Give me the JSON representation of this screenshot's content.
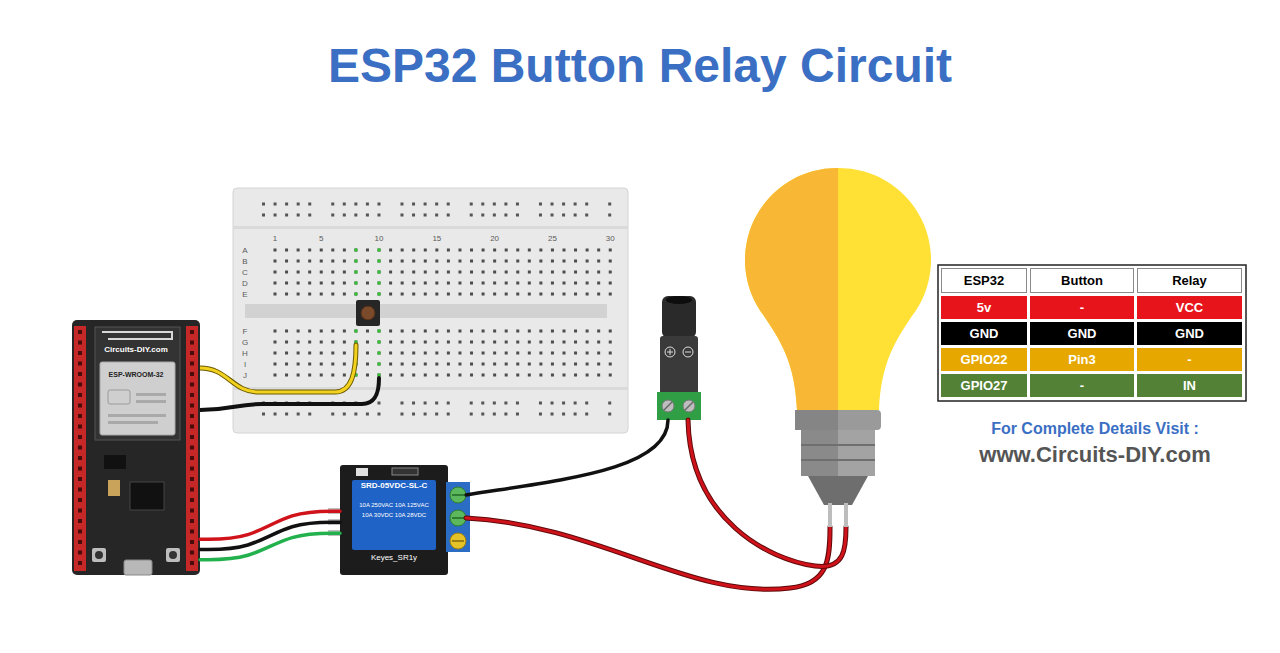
{
  "diagram": {
    "title": "ESP32 Button Relay Circuit",
    "nodes": [
      {
        "text": [
          "Circuits-DIY.com",
          "ESP-WROOM-32"
        ]
      },
      {
        "text": [
          "SRD-05VDC-SL-C",
          "10A 250VAC 10A 125VAC",
          "10A 30VDC 10A 28VDC",
          "Keyes_SR1y"
        ]
      }
    ],
    "edges": [
      {
        "from": 0,
        "to": 1,
        "arrow": "none"
      },
      {
        "from": 0,
        "to": 1,
        "arrow": "none"
      },
      {
        "from": 0,
        "to": 1,
        "arrow": "none"
      }
    ],
    "labels": [
      "1",
      "5",
      "10",
      "15",
      "20",
      "25",
      "30",
      "A",
      "B",
      "C",
      "D",
      "E",
      "F",
      "G",
      "H",
      "I",
      "J",
      "ESP32",
      "Button",
      "Relay",
      "5v",
      "-",
      "VCC",
      "GND",
      "GND",
      "GND",
      "GPIO22",
      "Pin3",
      "-",
      "GPIO27",
      "-",
      "IN",
      "For Complete Details Visit :",
      "www.Circuits-DIY.com"
    ]
  }
}
